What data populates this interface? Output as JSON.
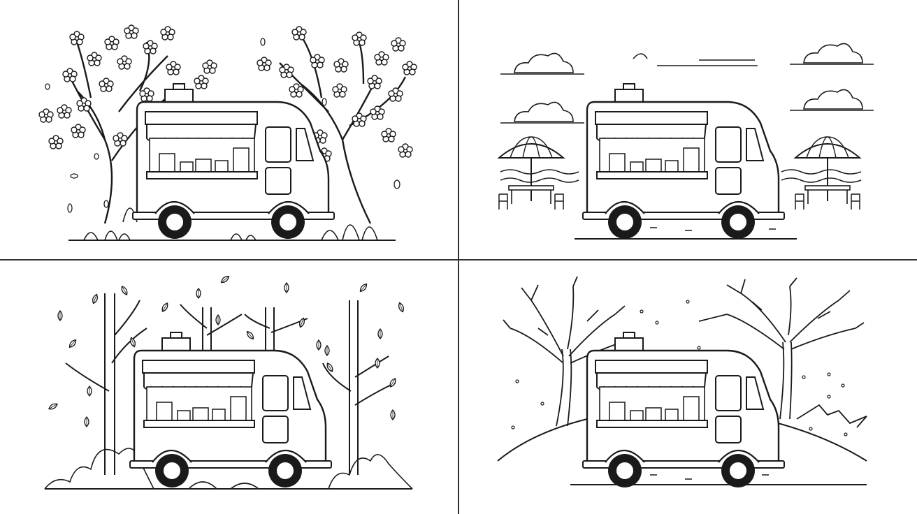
{
  "image": {
    "description_free": true,
    "panels": [
      {
        "id": "spring"
      },
      {
        "id": "summer"
      },
      {
        "id": "autumn"
      },
      {
        "id": "winter"
      }
    ],
    "colors": {
      "background": "#ffffff",
      "line": "#1a1a1a",
      "divider": "#333333"
    }
  }
}
